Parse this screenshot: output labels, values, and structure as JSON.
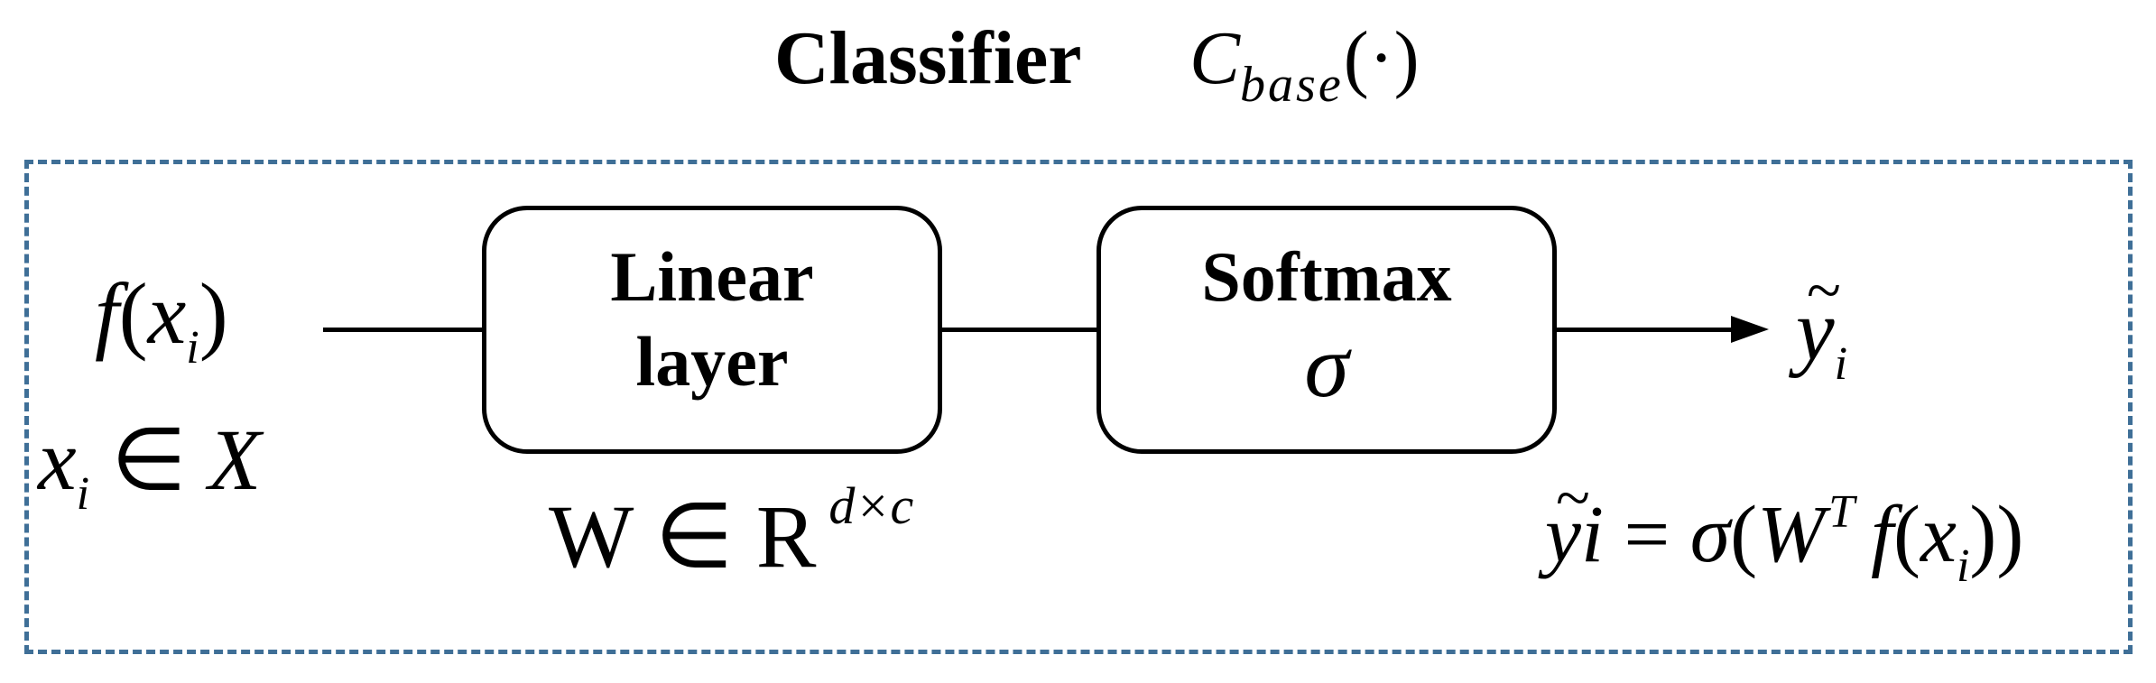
{
  "title": {
    "word": "Classifier",
    "symbol": "C",
    "subscript": "base",
    "argument": "(·)"
  },
  "input": {
    "feature": {
      "func": "f",
      "open": "(",
      "var": "x",
      "sub": "i",
      "close": ")"
    },
    "membership": {
      "var": "x",
      "sub": "i",
      "rel": " ∈ ",
      "set": "X"
    }
  },
  "linear_block": {
    "line1": "Linear",
    "line2": "layer",
    "weight": {
      "symbol": "W",
      "rel": " ∈ ",
      "space": "R",
      "sup": "d×c"
    }
  },
  "softmax_block": {
    "line1": "Softmax",
    "symbol": "σ"
  },
  "output": {
    "label": {
      "tilde": "~",
      "var": "y",
      "sub": "i"
    },
    "equation": {
      "tilde": "~",
      "lhs_var": "y",
      "lhs_idx": "i",
      "eq": " = ",
      "sigma": "σ",
      "open": "(",
      "W": "W",
      "sup": "T",
      "f": "f",
      "open2": "(",
      "x": "x",
      "sub": "i",
      "close": "))"
    }
  },
  "colors": {
    "frame_border": "#3f6f97",
    "stroke": "#000000"
  }
}
